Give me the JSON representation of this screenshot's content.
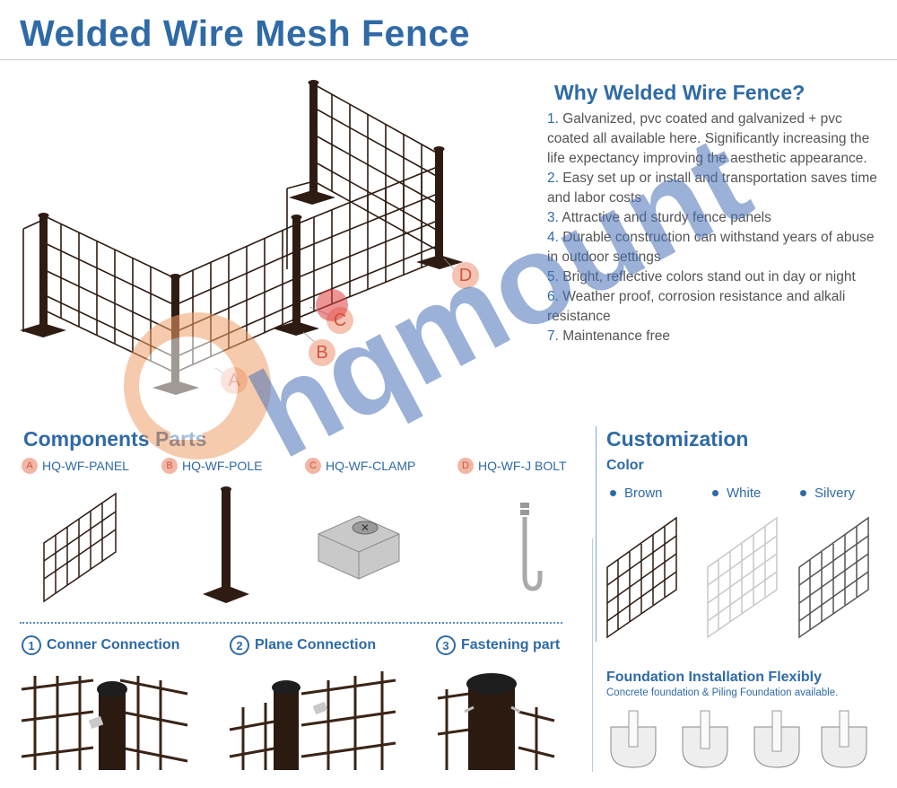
{
  "title": "Welded Wire Mesh Fence",
  "why": {
    "title": "Why Welded Wire Fence?",
    "items": [
      {
        "num": "1.",
        "text": " Galvanized, pvc coated and galvanized + pvc coated all available here. Significantly increasing the life expectancy improving the aesthetic appearance."
      },
      {
        "num": "2.",
        "text": " Easy set up or install and transportation saves time and labor costs"
      },
      {
        "num": "3.",
        "text": " Attractive and sturdy fence panels"
      },
      {
        "num": "4.",
        "text": " Durable construction can withstand years of abuse in outdoor settings"
      },
      {
        "num": "5.",
        "text": " Bright, reflective colors stand out in day or night"
      },
      {
        "num": "6.",
        "text": " Weather proof, corrosion resistance and alkali resistance"
      },
      {
        "num": "7.",
        "text": " Maintenance free"
      }
    ]
  },
  "fence_labels": {
    "a": "A",
    "b": "B",
    "c": "C",
    "d": "D"
  },
  "components": {
    "title": "Components Parts",
    "parts": [
      {
        "badge": "A",
        "label": "HQ-WF-PANEL"
      },
      {
        "badge": "B",
        "label": "HQ-WF-POLE"
      },
      {
        "badge": "C",
        "label": "HQ-WF-CLAMP"
      },
      {
        "badge": "D",
        "label": "HQ-WF-J BOLT"
      }
    ]
  },
  "connections": [
    {
      "num": "1",
      "label": "Conner Connection"
    },
    {
      "num": "2",
      "label": "Plane Connection"
    },
    {
      "num": "3",
      "label": "Fastening part"
    }
  ],
  "customization": {
    "title": "Customization",
    "color_label": "Color",
    "colors": [
      "Brown",
      "White",
      "Silvery"
    ],
    "foundation_title": "Foundation Installation Flexibly",
    "foundation_sub": "Concrete foundation & Piling Foundation available."
  },
  "watermark": "hqmount",
  "palette": {
    "brand_blue": "#2f6aa6",
    "fence_brown": "#2e1c12",
    "badge": "#f1b6a4"
  }
}
